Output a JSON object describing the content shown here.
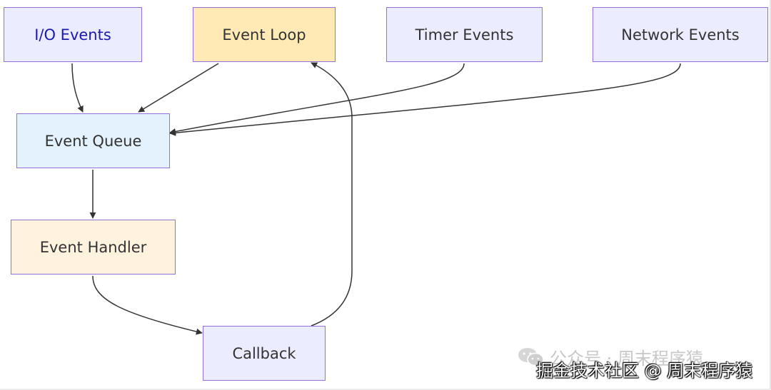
{
  "nodes": {
    "io_events": "I/O Events",
    "event_loop": "Event Loop",
    "timer_events": "Timer Events",
    "network_events": "Network Events",
    "event_queue": "Event Queue",
    "event_handler": "Event Handler",
    "callback": "Callback"
  },
  "edges": [
    {
      "from": "io_events",
      "to": "event_queue"
    },
    {
      "from": "event_loop",
      "to": "event_queue"
    },
    {
      "from": "timer_events",
      "to": "event_queue"
    },
    {
      "from": "network_events",
      "to": "event_queue"
    },
    {
      "from": "event_queue",
      "to": "event_handler"
    },
    {
      "from": "event_handler",
      "to": "callback"
    },
    {
      "from": "callback",
      "to": "event_loop"
    }
  ],
  "colors": {
    "node_purple": "#ECECFF",
    "node_yellow": "#FFEAB5",
    "node_blue": "#E3F2FD",
    "node_peach": "#FFF3E0",
    "node_border": "#9370DB",
    "edge": "#333333"
  },
  "watermark": {
    "line1": "公众号 · 周末程序猿",
    "line2": "掘金技术社区 @ 周末程序猿"
  }
}
